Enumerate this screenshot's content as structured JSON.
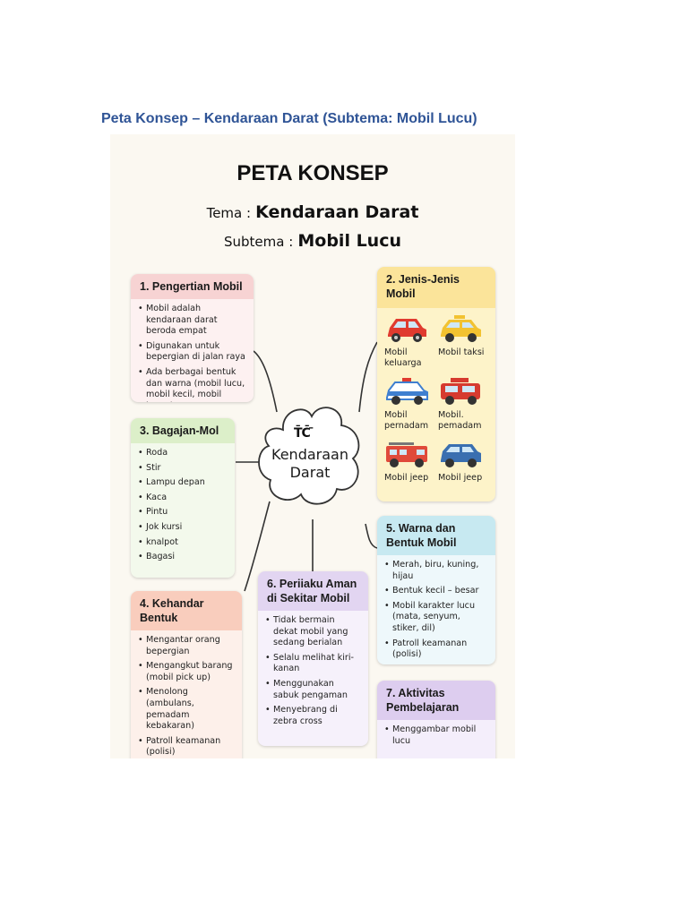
{
  "document": {
    "heading": "Peta Konsep – Kendaraan Darat (Subtema: Mobil Lucu)"
  },
  "poster": {
    "title": "PETA KONSEP",
    "tema_label": "Tema :",
    "tema_value": "Kendaraan Darat",
    "subtema_label": "Subtema :",
    "subtema_value": "Mobil Lucu",
    "center": {
      "scribble": "T̄C̄ ̄",
      "line1": "Kendaraan",
      "line2": "Darat"
    },
    "sections": {
      "pengertian": {
        "title": "1. Pengertian Mobil",
        "items": [
          "Mobil adalah kendaraan darat beroda empat",
          "Digunakan untuk bepergian di jalan raya",
          "Ada berbagai bentuk dan warna (mobil lucu, mobil kecil, mobil besar)"
        ]
      },
      "jenis": {
        "title": "2. Jenis-Jenis Mobil",
        "cars": [
          {
            "label": "Mobil keluarga",
            "icon": "red-family-car-icon",
            "color": "#e03b2f"
          },
          {
            "label": "Mobil taksi",
            "icon": "yellow-taxi-icon",
            "color": "#f2c230"
          },
          {
            "label": "Mobil pernadam",
            "icon": "blue-police-car-icon",
            "color": "#3f7fd0"
          },
          {
            "label": "Mobil. pemadam",
            "icon": "red-fire-car-icon",
            "color": "#d63a2f"
          },
          {
            "label": "Mobil jeep",
            "icon": "red-fire-truck-icon",
            "color": "#e04a3a"
          },
          {
            "label": "Mobil jeep",
            "icon": "blue-jeep-icon",
            "color": "#3a6fb0"
          }
        ]
      },
      "bagian": {
        "title": "3. Bagajan-Mol",
        "items": [
          "Roda",
          "Stir",
          "Lampu depan",
          "Kaca",
          "Pintu",
          "Jok kursi",
          "knalpot",
          "Bagasi"
        ]
      },
      "kegunaan": {
        "title": "4. Kehandar Bentuk",
        "items": [
          "Mengantar orang bepergian",
          "Mengangkut barang (mobil pick up)",
          "Menolong (ambulans, pemadam kebakaran)",
          "Patroll keamanan (polisi)"
        ]
      },
      "warna": {
        "title": "5. Warna dan Bentuk Mobil",
        "items": [
          "Merah, biru, kuning, hijau",
          "Bentuk kecil – besar",
          "Mobil karakter lucu (mata, senyum, stiker, dil)",
          "Patroll keamanan (polisi)"
        ]
      },
      "perilaku": {
        "title": "6. Periiaku Aman di Sekitar Mobil",
        "items": [
          "Tidak bermain dekat mobil yang sedang berialan",
          "Selalu melihat kiri-kanan",
          "Menggunakan sabuk pengaman",
          "Menyebrang di zebra cross"
        ]
      },
      "aktivitas": {
        "title": "7. Aktivitas Pembelajaran",
        "items": [
          "Menggambar mobil lucu"
        ]
      }
    },
    "colors": {
      "doc_heading": "#2f5496",
      "pink_head": "#f7d3d3",
      "pink_body": "#fdf1f1",
      "yellow_head": "#fbe49a",
      "yellow_body": "#fdf3c9",
      "green_head": "#dcefc9",
      "green_body": "#f3f9ec",
      "peach_head": "#f9cdbd",
      "peach_body": "#fdf0ea",
      "cyan_head": "#c7e9f1",
      "cyan_body": "#eef8fb",
      "lavender_head": "#e2d5f1",
      "lavender_body": "#f6f1fb",
      "purple_head": "#ddcdef",
      "purple_body": "#f4eefb"
    }
  }
}
